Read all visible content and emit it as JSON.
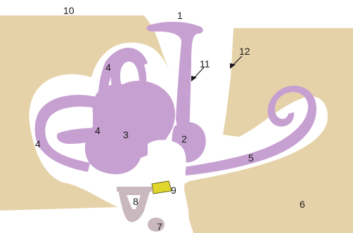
{
  "colors": {
    "bone": "#E6D2A8",
    "perilymph_space": "#FFFFFF",
    "membranous_labyrinth": "#C7A0D2",
    "small_bone": "#C9B8BE",
    "yellow_structure": "#E1D72C",
    "leader_line": "#1A1A1A"
  },
  "labels": {
    "l1": "1",
    "l2": "2",
    "l3": "3",
    "l4a": "4",
    "l4b": "4",
    "l4c": "4",
    "l5": "5",
    "l6": "6",
    "l7": "7",
    "l8": "8",
    "l9": "9",
    "l10": "10",
    "l11": "11",
    "l12": "12"
  }
}
